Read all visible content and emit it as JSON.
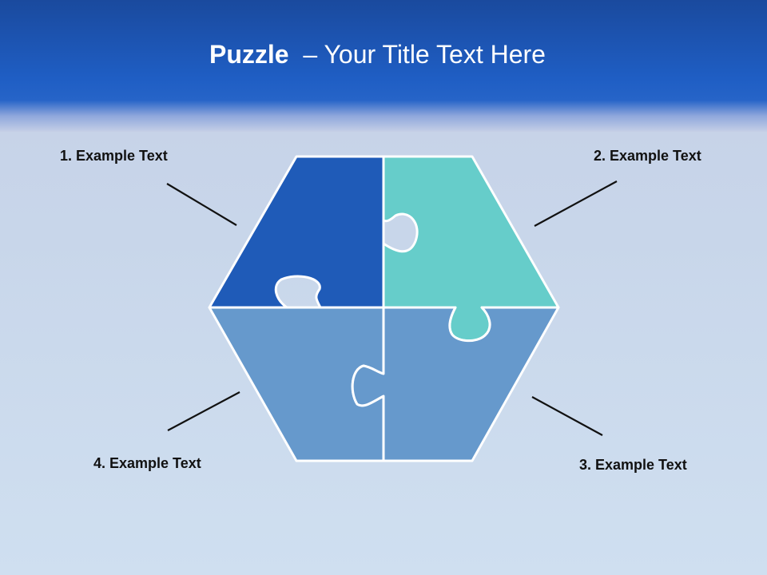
{
  "slide": {
    "title_bold": "Puzzle",
    "title_rest": "  – Your Title Text Here"
  },
  "labels": {
    "item1": "1. Example Text",
    "item2": "2. Example Text",
    "item3": "3. Example Text",
    "item4": "4. Example Text"
  },
  "colors": {
    "header": "#1f5ec4",
    "piece_top_left": "#1f5bb8",
    "piece_top_right": "#66cdca",
    "piece_bottom": "#6699cc",
    "outline": "#ffffff"
  }
}
